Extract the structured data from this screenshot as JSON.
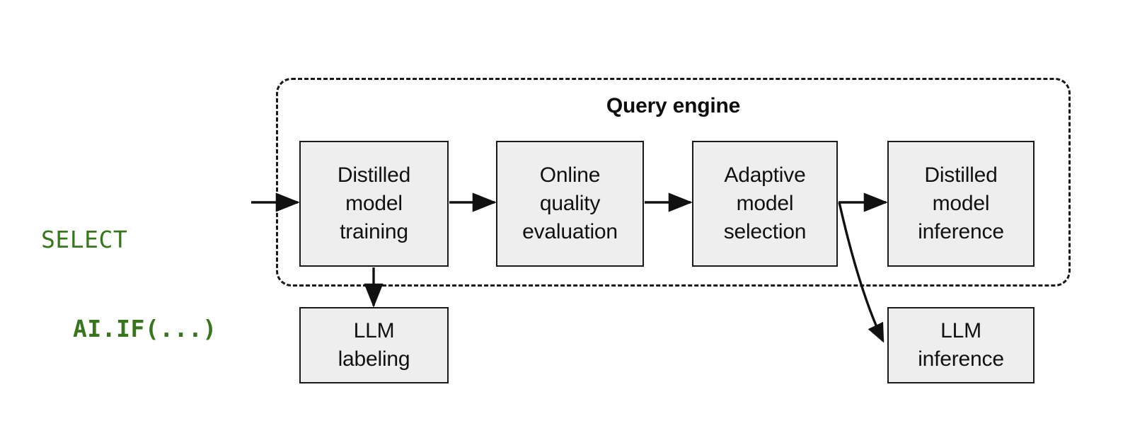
{
  "diagram": {
    "title": "Query engine",
    "background": "#ffffff",
    "node_fill": "#eeeeee",
    "node_stroke": "#1a1a1a",
    "sql_color": "#37761d",
    "query": {
      "line1": "SELECT",
      "line2": "AI.IF(...)"
    },
    "container": {
      "label": "Query engine",
      "style": "dashed-rounded"
    },
    "nodes": [
      {
        "id": "distilled-model-training",
        "lines": [
          "Distilled",
          "model",
          "training"
        ],
        "inside_container": true
      },
      {
        "id": "online-quality-evaluation",
        "lines": [
          "Online",
          "quality",
          "evaluation"
        ],
        "inside_container": true
      },
      {
        "id": "adaptive-model-selection",
        "lines": [
          "Adaptive",
          "model",
          "selection"
        ],
        "inside_container": true
      },
      {
        "id": "distilled-model-inference",
        "lines": [
          "Distilled",
          "model",
          "inference"
        ],
        "inside_container": true
      },
      {
        "id": "llm-labeling",
        "lines": [
          "LLM",
          "labeling"
        ],
        "inside_container": false
      },
      {
        "id": "llm-inference",
        "lines": [
          "LLM",
          "inference"
        ],
        "inside_container": false
      }
    ],
    "edges": [
      {
        "from": "query",
        "to": "distilled-model-training",
        "shape": "straight"
      },
      {
        "from": "distilled-model-training",
        "to": "online-quality-evaluation",
        "shape": "straight"
      },
      {
        "from": "online-quality-evaluation",
        "to": "adaptive-model-selection",
        "shape": "straight"
      },
      {
        "from": "adaptive-model-selection",
        "to": "distilled-model-inference",
        "shape": "straight"
      },
      {
        "from": "adaptive-model-selection",
        "to": "llm-inference",
        "shape": "curved"
      },
      {
        "from": "distilled-model-training",
        "to": "llm-labeling",
        "shape": "straight-down"
      }
    ]
  }
}
